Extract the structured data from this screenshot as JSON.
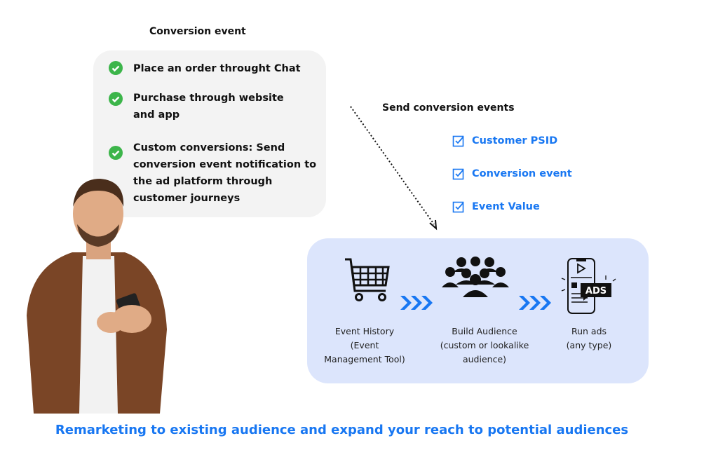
{
  "conversion_event": {
    "title": "Conversion event",
    "items": [
      "Place an order throught Chat",
      "Purchase through website and app",
      "Custom conversions: Send conversion event notification to the ad platform through customer journeys"
    ]
  },
  "send_events": {
    "title": "Send conversion events",
    "items": [
      "Customer PSID",
      "Conversion event",
      "Event Value"
    ]
  },
  "flow": {
    "steps": [
      {
        "icon": "shopping-cart-icon",
        "line1": "Event History",
        "line2": "(Event Management Tool)"
      },
      {
        "icon": "audience-group-icon",
        "line1": "Build Audience",
        "line2": "(custom or lookalike audience)"
      },
      {
        "icon": "ads-phone-icon",
        "line1": "Run ads",
        "line2": "(any type)",
        "badge": "ADS"
      }
    ]
  },
  "tagline": "Remarketing to existing audience and expand your reach to potential audiences",
  "colors": {
    "accent": "#1877f2",
    "check": "#3cb54a",
    "panel": "#dce5fc",
    "gray": "#f3f3f3"
  }
}
